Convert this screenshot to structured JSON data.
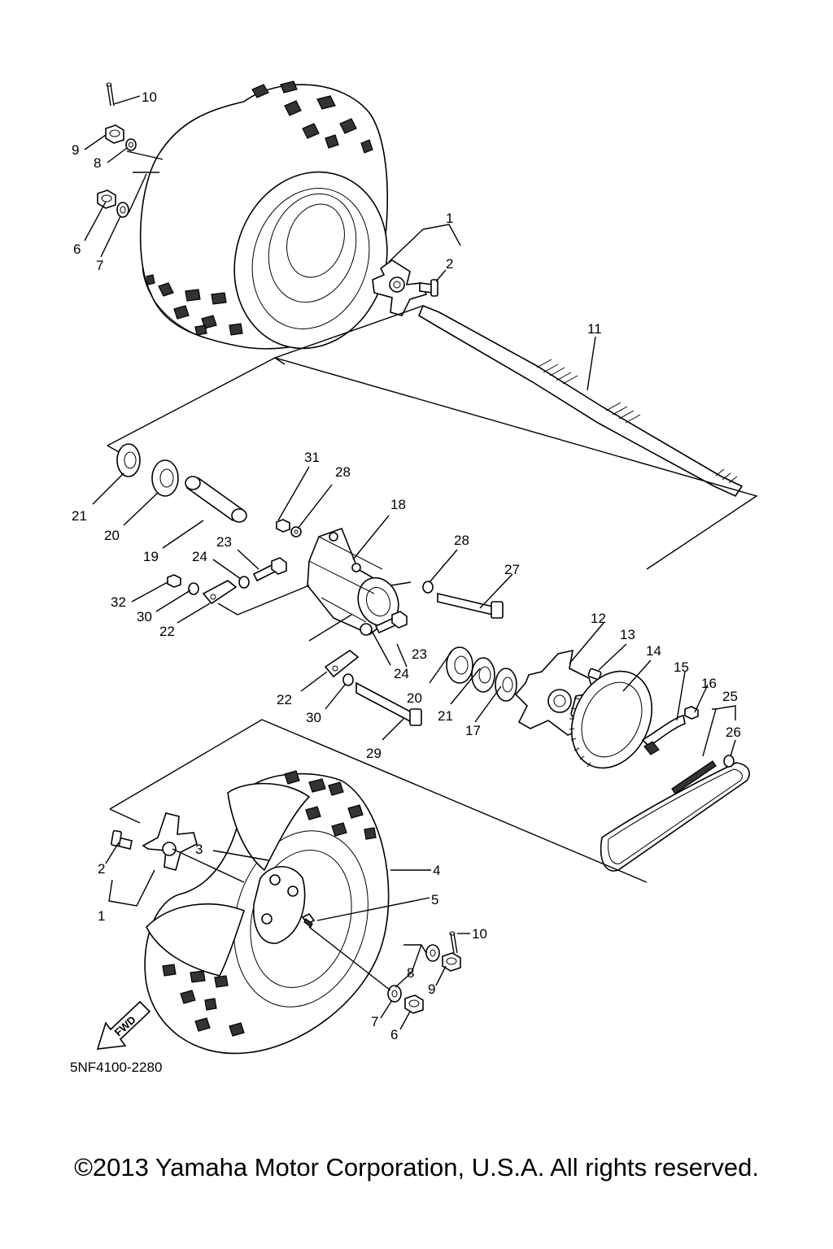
{
  "diagram": {
    "part_code": "5NF4100-2280",
    "fwd_label": "FWD",
    "callouts": [
      {
        "id": "c10a",
        "text": "10"
      },
      {
        "id": "c9a",
        "text": "9"
      },
      {
        "id": "c8a",
        "text": "8"
      },
      {
        "id": "c6a",
        "text": "6"
      },
      {
        "id": "c7a",
        "text": "7"
      },
      {
        "id": "c1a",
        "text": "1"
      },
      {
        "id": "c2a",
        "text": "2"
      },
      {
        "id": "c11",
        "text": "11"
      },
      {
        "id": "c31",
        "text": "31"
      },
      {
        "id": "c28a",
        "text": "28"
      },
      {
        "id": "c18",
        "text": "18"
      },
      {
        "id": "c21a",
        "text": "21"
      },
      {
        "id": "c20a",
        "text": "20"
      },
      {
        "id": "c19",
        "text": "19"
      },
      {
        "id": "c23a",
        "text": "23"
      },
      {
        "id": "c24a",
        "text": "24"
      },
      {
        "id": "c28b",
        "text": "28"
      },
      {
        "id": "c27",
        "text": "27"
      },
      {
        "id": "c32",
        "text": "32"
      },
      {
        "id": "c30a",
        "text": "30"
      },
      {
        "id": "c22a",
        "text": "22"
      },
      {
        "id": "c12",
        "text": "12"
      },
      {
        "id": "c13",
        "text": "13"
      },
      {
        "id": "c14",
        "text": "14"
      },
      {
        "id": "c23b",
        "text": "23"
      },
      {
        "id": "c15",
        "text": "15"
      },
      {
        "id": "c16",
        "text": "16"
      },
      {
        "id": "c25",
        "text": "25"
      },
      {
        "id": "c24b",
        "text": "24"
      },
      {
        "id": "c20b",
        "text": "20"
      },
      {
        "id": "c22b",
        "text": "22"
      },
      {
        "id": "c30b",
        "text": "30"
      },
      {
        "id": "c21b",
        "text": "21"
      },
      {
        "id": "c17",
        "text": "17"
      },
      {
        "id": "c26",
        "text": "26"
      },
      {
        "id": "c29",
        "text": "29"
      },
      {
        "id": "c3",
        "text": "3"
      },
      {
        "id": "c4",
        "text": "4"
      },
      {
        "id": "c2b",
        "text": "2"
      },
      {
        "id": "c1b",
        "text": "1"
      },
      {
        "id": "c5",
        "text": "5"
      },
      {
        "id": "c10b",
        "text": "10"
      },
      {
        "id": "c8b",
        "text": "8"
      },
      {
        "id": "c9b",
        "text": "9"
      },
      {
        "id": "c7b",
        "text": "7"
      },
      {
        "id": "c6b",
        "text": "6"
      }
    ]
  },
  "footer": {
    "copyright": "©2013 Yamaha Motor Corporation, U.S.A. All rights reserved."
  }
}
